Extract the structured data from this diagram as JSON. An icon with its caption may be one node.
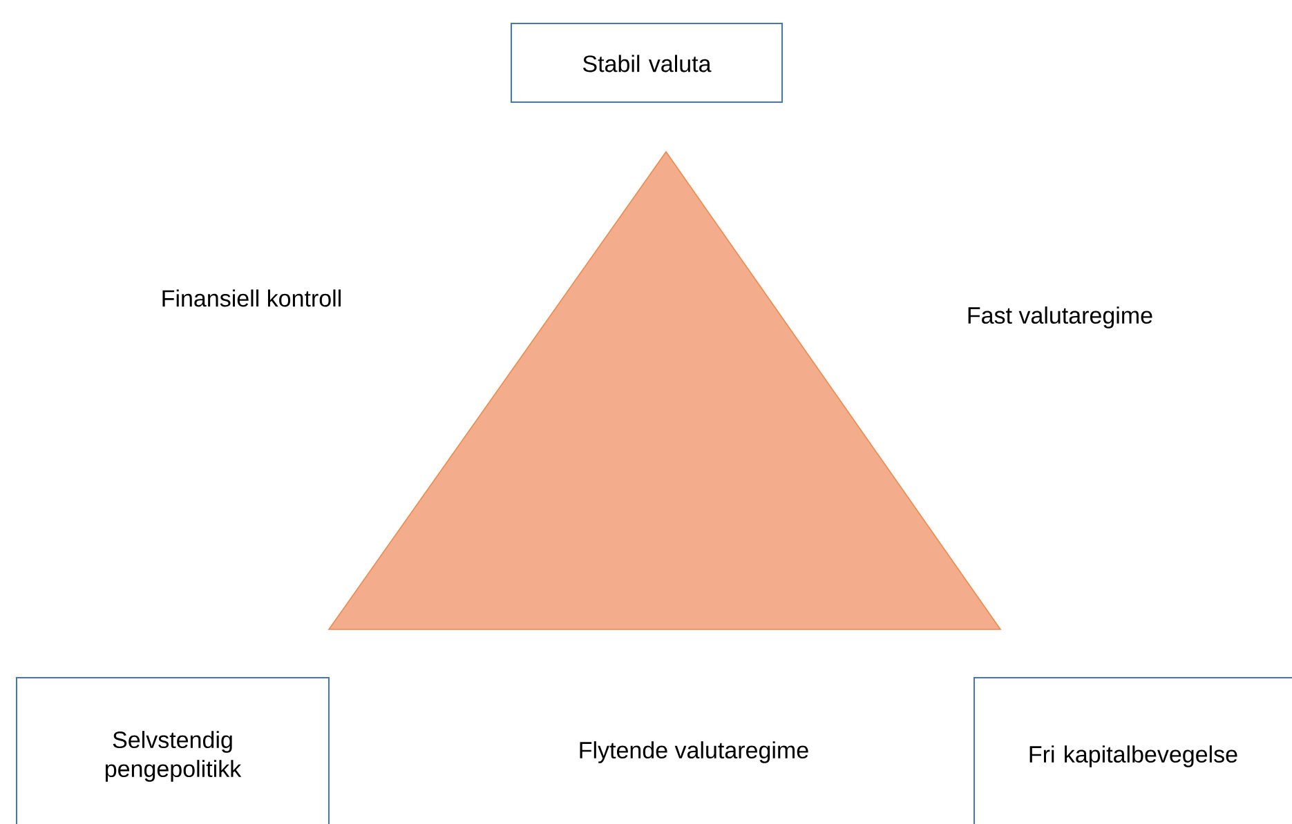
{
  "diagram": {
    "nodes": [
      {
        "text": [
          "Stabil valuta"
        ]
      },
      {
        "text": [
          "Selvstendig pengepolitikk"
        ]
      },
      {
        "text": [
          "Fri kapitalbevegelse"
        ]
      }
    ],
    "labels": [
      "Finansiell kontroll",
      "Fast valutaregime",
      "Flytende valutaregime"
    ]
  }
}
